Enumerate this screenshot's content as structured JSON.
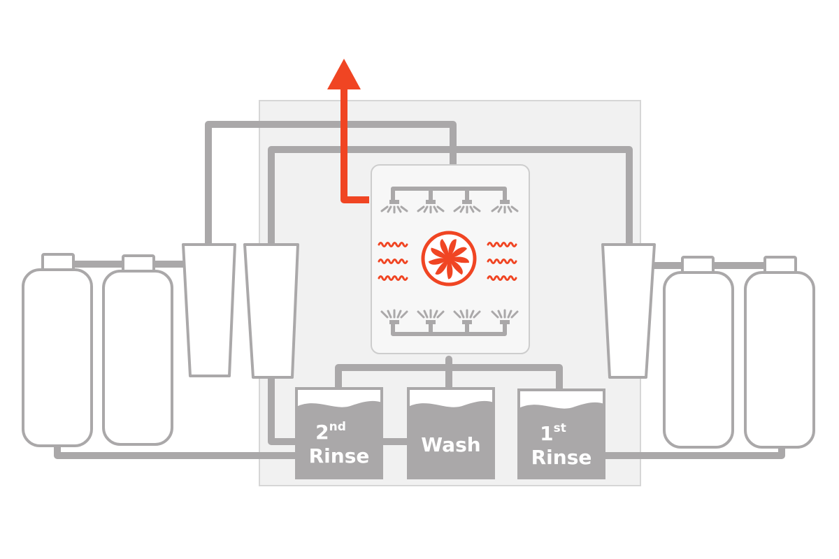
{
  "colors": {
    "pipe": "#aaa8a9",
    "tank_fill": "#aaa8a9",
    "housing_fill": "#f1f1f1",
    "chamber_fill": "#f7f7f7",
    "accent": "#f04523",
    "filter_fill": "#ffffff"
  },
  "icons": [
    "exhaust-arrow-icon",
    "fan-icon",
    "heat-wave-icon",
    "spray-nozzle-icon"
  ],
  "tanks": [
    {
      "id": "second-rinse",
      "ordinal": "2",
      "suffix": "nd",
      "label": "Rinse"
    },
    {
      "id": "wash",
      "ordinal": "",
      "suffix": "",
      "label": "Wash"
    },
    {
      "id": "first-rinse",
      "ordinal": "1",
      "suffix": "st",
      "label": "Rinse"
    }
  ]
}
